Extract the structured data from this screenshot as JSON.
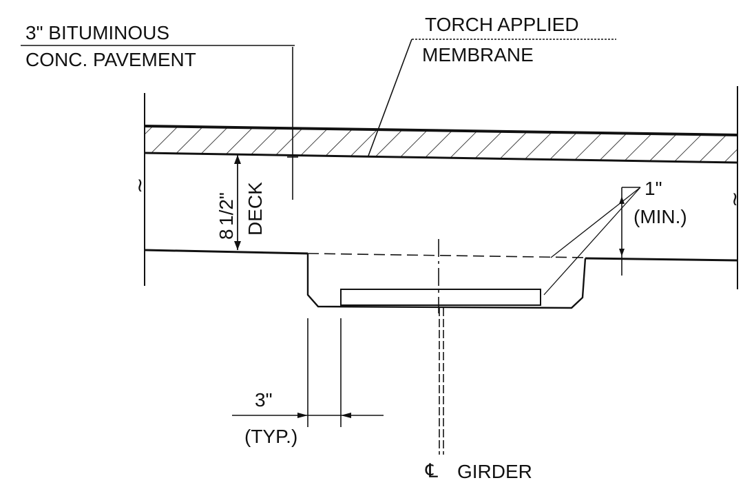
{
  "labels": {
    "pavement_line1": "3\" BITUMINOUS",
    "pavement_line2": "CONC. PAVEMENT",
    "membrane_line1": "TORCH APPLIED",
    "membrane_line2": "MEMBRANE",
    "deck_thickness_main": "8",
    "deck_thickness_fraction": "1/2\"",
    "deck_word": "DECK",
    "haunch_min_value": "1\"",
    "haunch_min_note": "(MIN.)",
    "typ_dim_value": "3\"",
    "typ_dim_note": "(TYP.)",
    "girder_label": "GIRDER"
  },
  "symbols": {
    "centerline_symbol": "℄"
  },
  "colors": {
    "ink": "#111111",
    "paper": "#ffffff"
  }
}
